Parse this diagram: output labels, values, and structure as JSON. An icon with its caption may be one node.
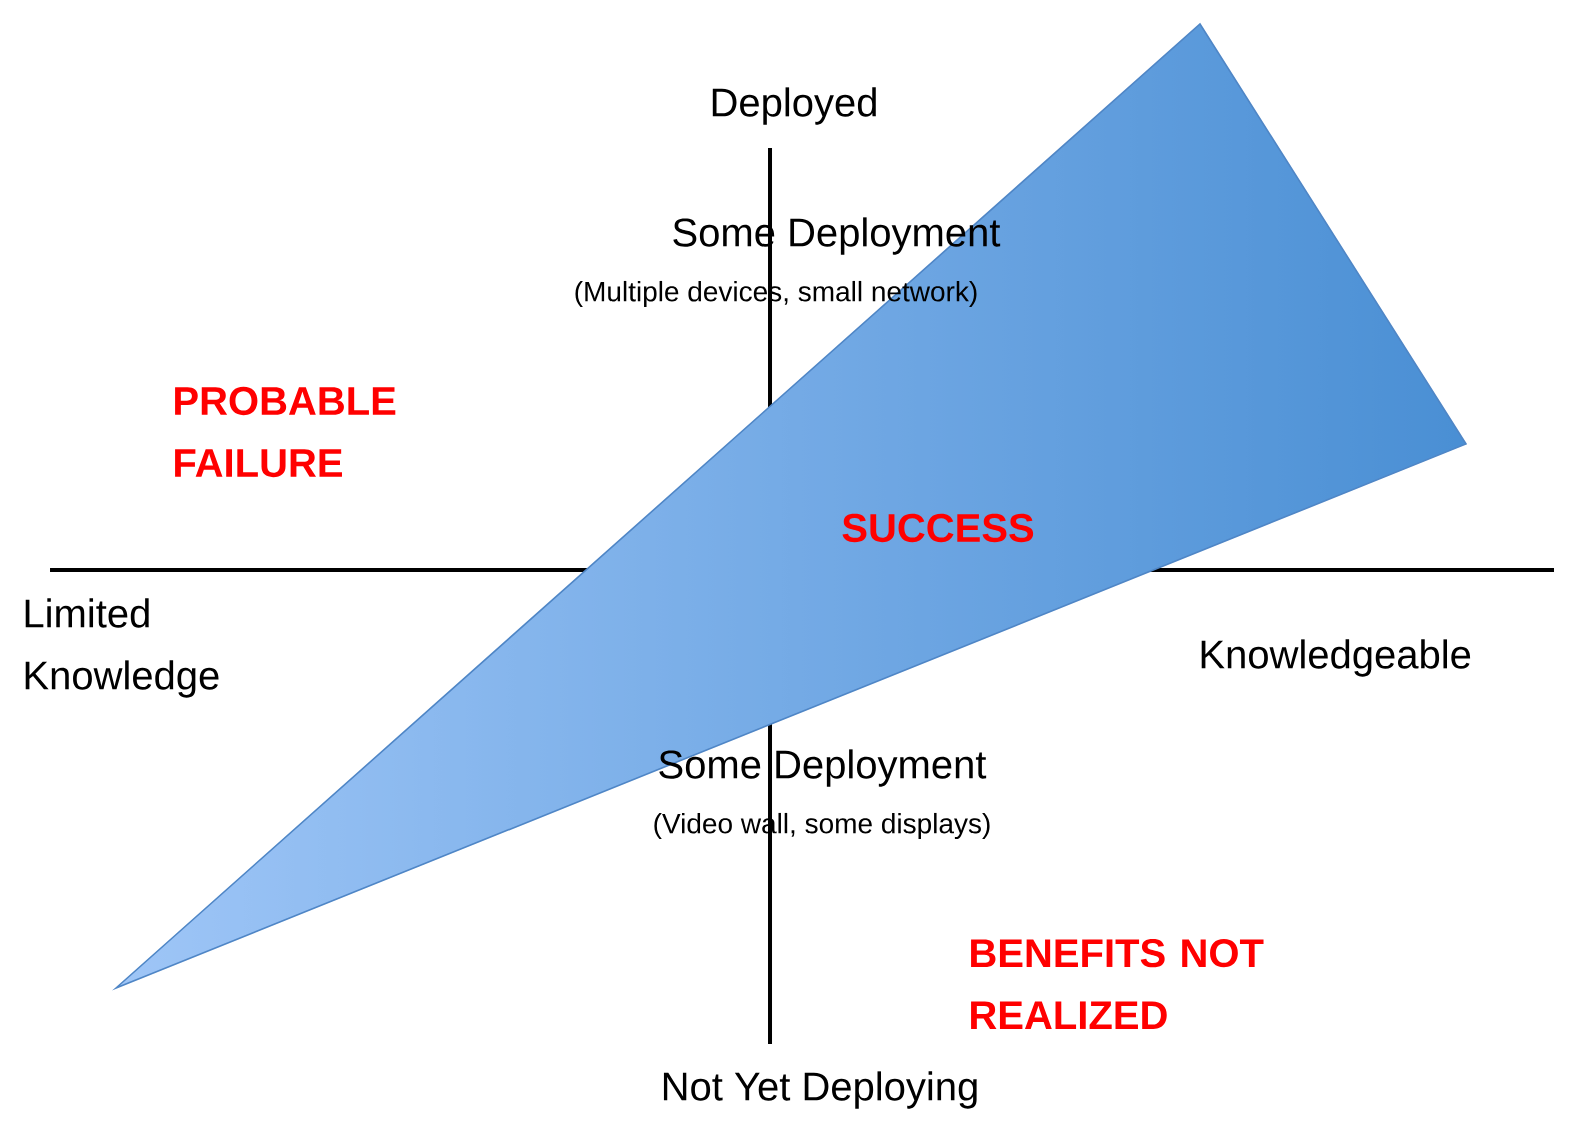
{
  "diagram": {
    "nodes": [
      {
        "text": [
          "SUCCESS"
        ]
      }
    ],
    "labels": [
      "Deployed",
      "Some Deployment",
      "(Multiple devices, small network)",
      "PROBABLE FAILURE",
      "Limited Knowledge",
      "Knowledgeable",
      "Some Deployment",
      "(Video wall, some displays)",
      "BENEFITS NOT REALIZED",
      "Not Yet Deploying"
    ]
  }
}
